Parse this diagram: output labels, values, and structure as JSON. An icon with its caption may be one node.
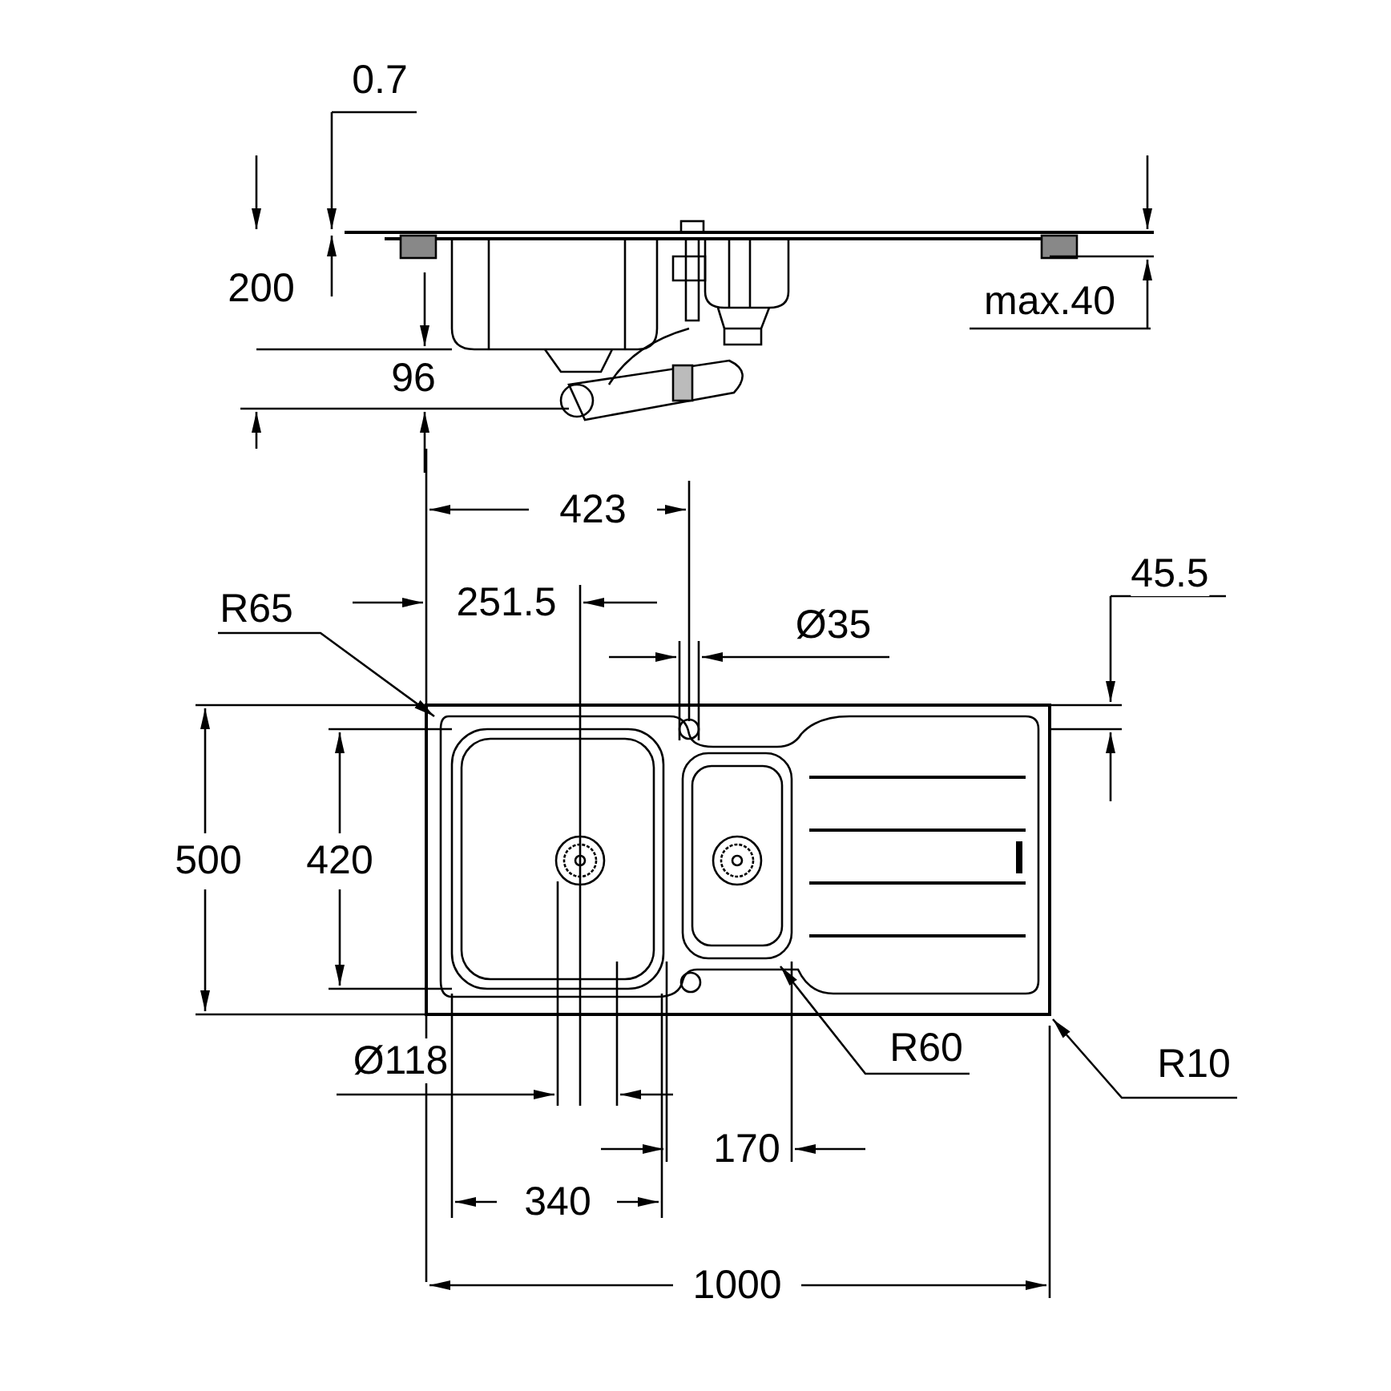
{
  "diagram": {
    "nodes": [
      {
        "text": [
          "R65"
        ]
      },
      {
        "text": [
          "R60"
        ]
      },
      {
        "text": [
          "R10"
        ]
      },
      {
        "text": [],
        "shape": "picture"
      }
    ],
    "edges": [
      {
        "from": 0,
        "to": 3,
        "arrow": "to"
      },
      {
        "from": 1,
        "to": 3,
        "arrow": "to"
      },
      {
        "from": 2,
        "to": 3,
        "arrow": "to"
      }
    ],
    "labels": [
      "0.7",
      "200",
      "max.40",
      "96",
      "423",
      "251.5",
      "Ø35",
      "45.5",
      "500",
      "420",
      "Ø118",
      "170",
      "340",
      "1000"
    ]
  }
}
